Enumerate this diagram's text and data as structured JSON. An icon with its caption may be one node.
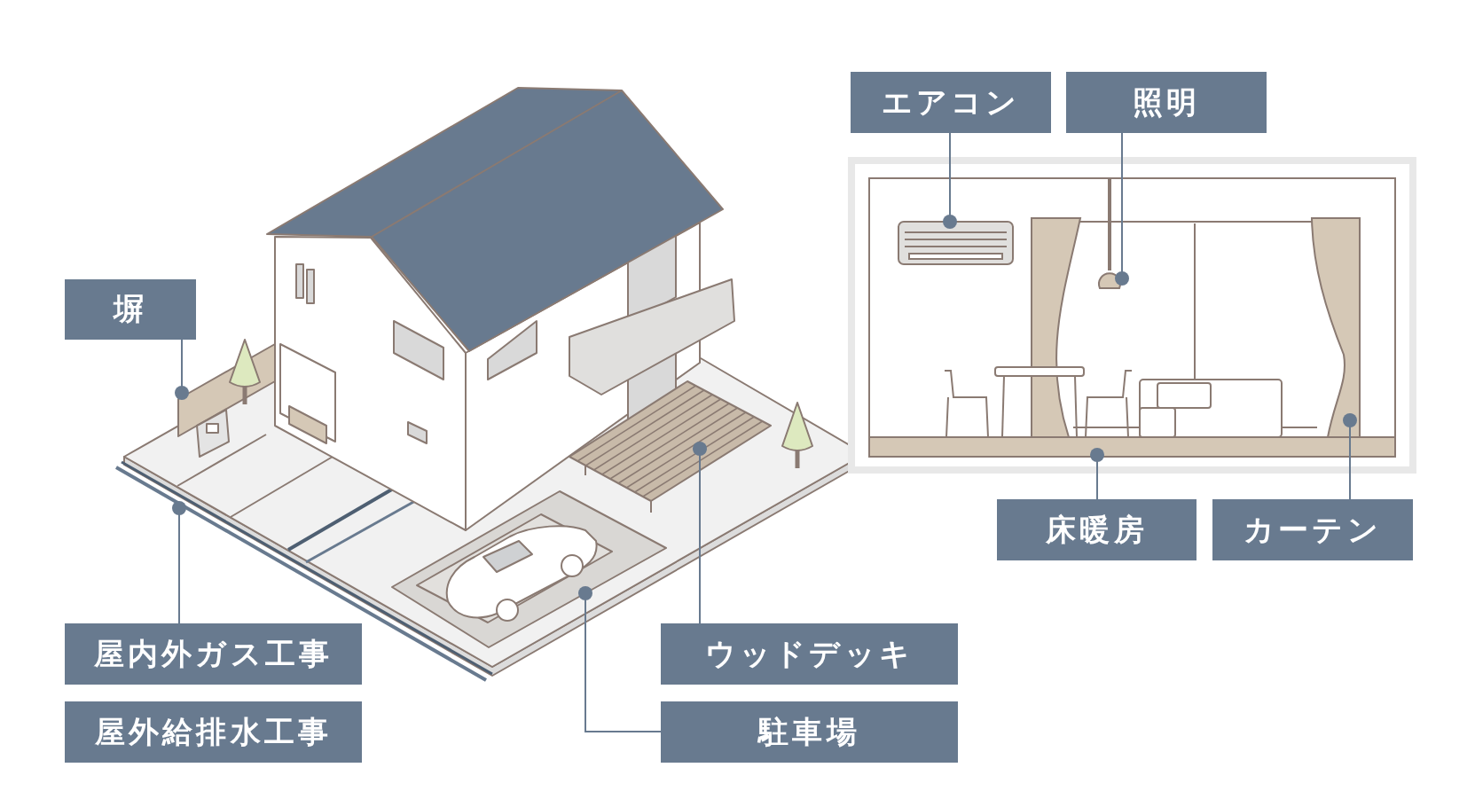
{
  "diagram": {
    "nodes": [
      {
        "text": [
          "塀"
        ]
      },
      {
        "text": [
          "屋内外ガス工事"
        ]
      },
      {
        "text": [
          "屋外給排水工事"
        ]
      },
      {
        "text": [
          "ウッドデッキ"
        ]
      },
      {
        "text": [
          "駐車場"
        ]
      },
      {
        "text": [
          "エアコン"
        ]
      },
      {
        "text": [
          "照明"
        ]
      },
      {
        "text": [
          "床暖房"
        ]
      },
      {
        "text": [
          "カーテン"
        ]
      }
    ],
    "edges": [
      {
        "from": 0,
        "to": null,
        "arrow": "other"
      },
      {
        "from": 1,
        "to": null,
        "arrow": "other"
      },
      {
        "from": 3,
        "to": null,
        "arrow": "other"
      },
      {
        "from": 4,
        "to": null,
        "arrow": "other"
      },
      {
        "from": 5,
        "to": null,
        "arrow": "other"
      },
      {
        "from": 6,
        "to": null,
        "arrow": "other"
      },
      {
        "from": 7,
        "to": null,
        "arrow": "other"
      },
      {
        "from": 8,
        "to": null,
        "arrow": "other"
      }
    ]
  }
}
